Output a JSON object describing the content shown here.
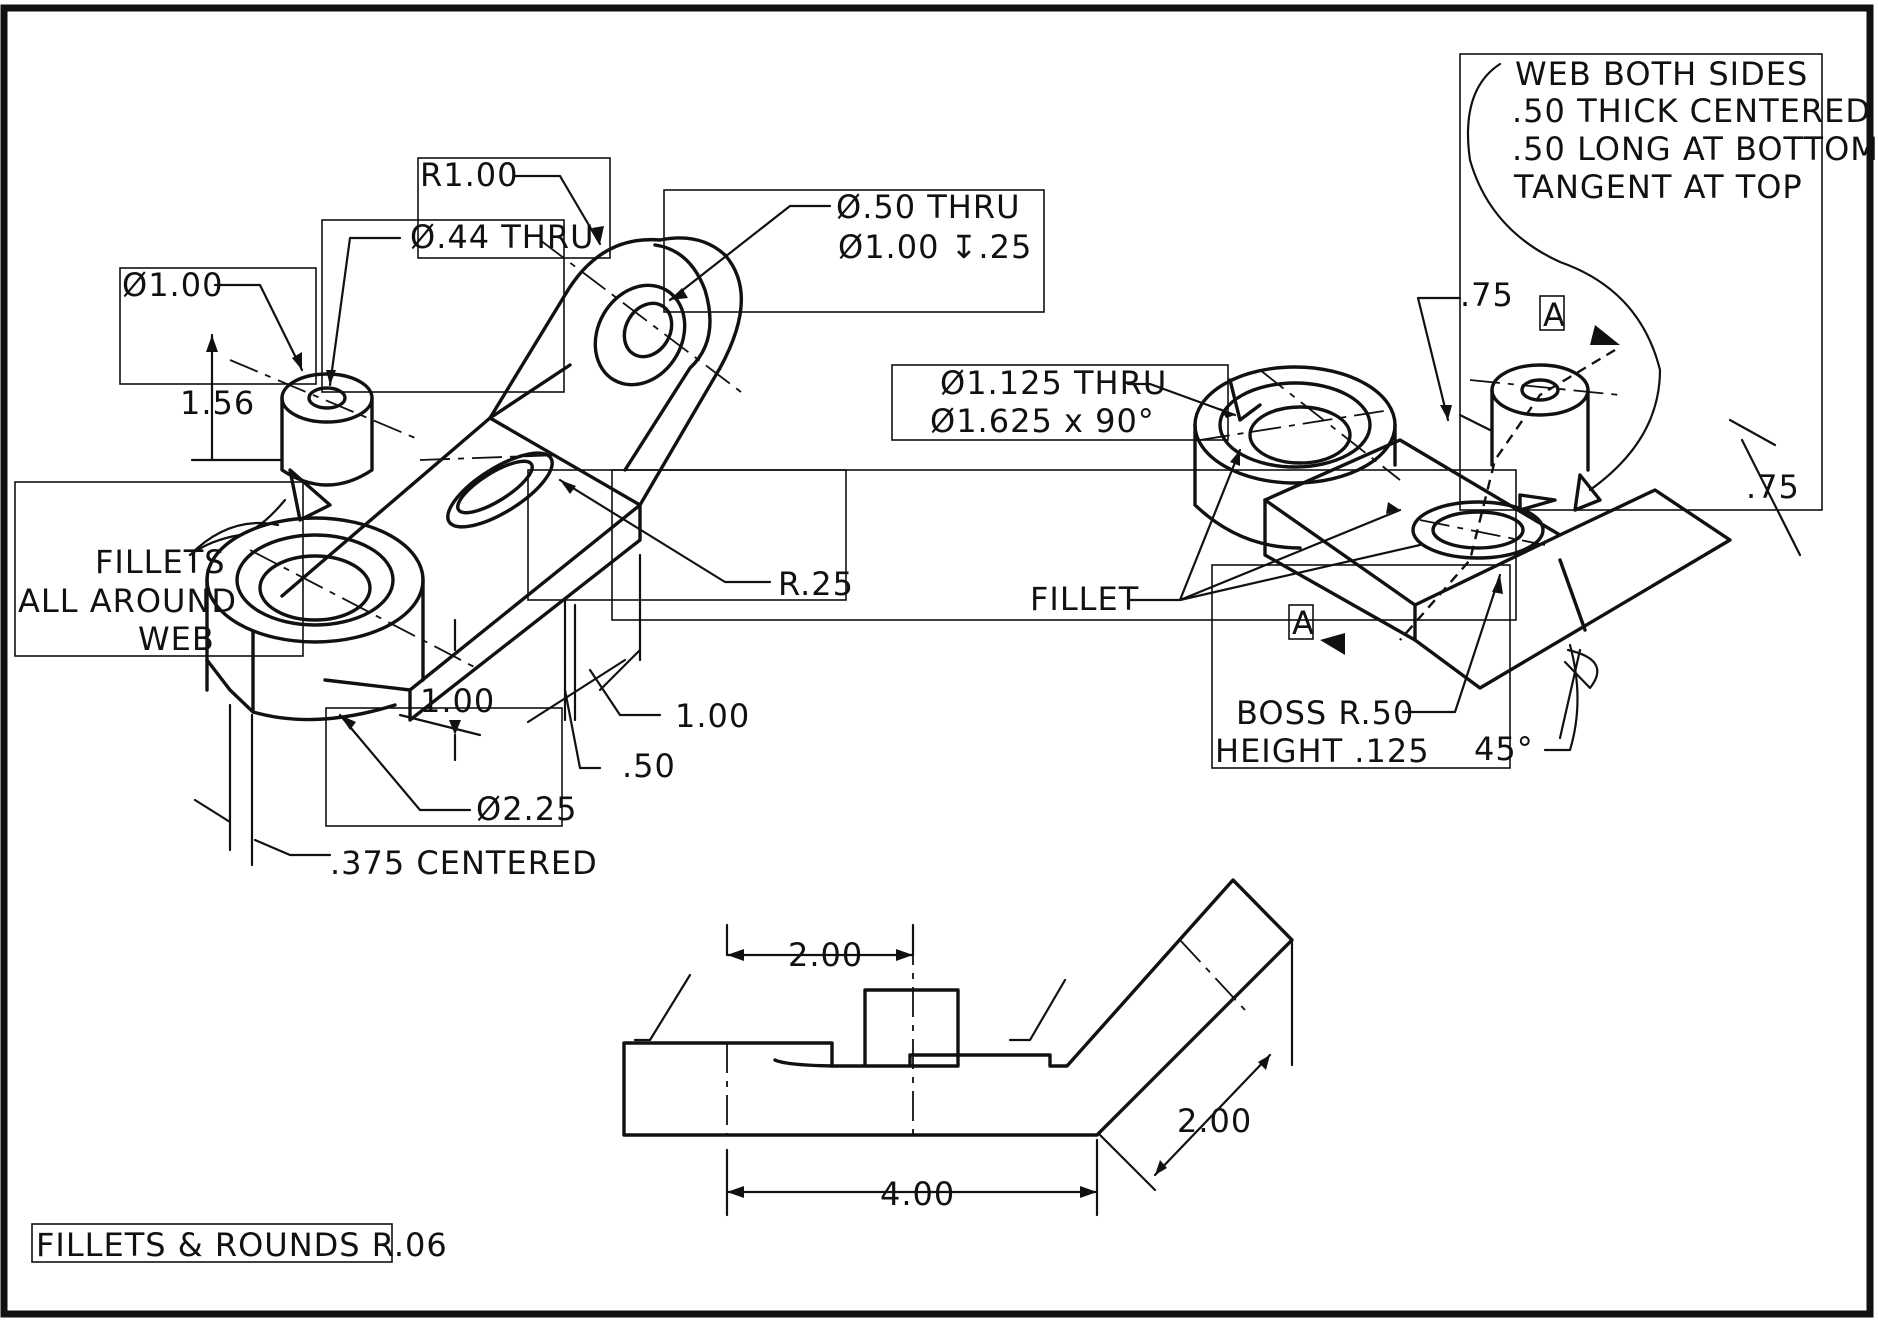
{
  "labels": {
    "r100": "R1.00",
    "thru44": "Ø.44 THRU",
    "dia100": "Ø1.00",
    "dim156": "1.56",
    "thru50": "Ø.50 THRU",
    "cbore": "Ø1.00 ↧.25",
    "thru1125": "Ø1.125 THRU",
    "csink": "Ø1.625 x 90°",
    "web1": "WEB BOTH SIDES",
    "web2": ".50 THICK CENTERED",
    "web3": ".50 LONG AT BOTTOM",
    "web4": "TANGENT AT TOP",
    "dim75a": ".75",
    "dim75b": ".75",
    "sectionA1": "A",
    "sectionA2": "A",
    "fillets1": "FILLETS",
    "fillets2": "ALL AROUND",
    "fillets3": "WEB",
    "r25": "R.25",
    "fillet": "FILLET",
    "dim100a": "1.00",
    "dim100b": "1.00",
    "dim50": ".50",
    "dia225": "Ø2.25",
    "centered": ".375 CENTERED",
    "boss1": "BOSS R.50",
    "boss2": "HEIGHT .125",
    "angle45": "45°",
    "dim200a": "2.00",
    "dim200b": "2.00",
    "dim400": "4.00",
    "note": "FILLETS & ROUNDS R.06"
  }
}
